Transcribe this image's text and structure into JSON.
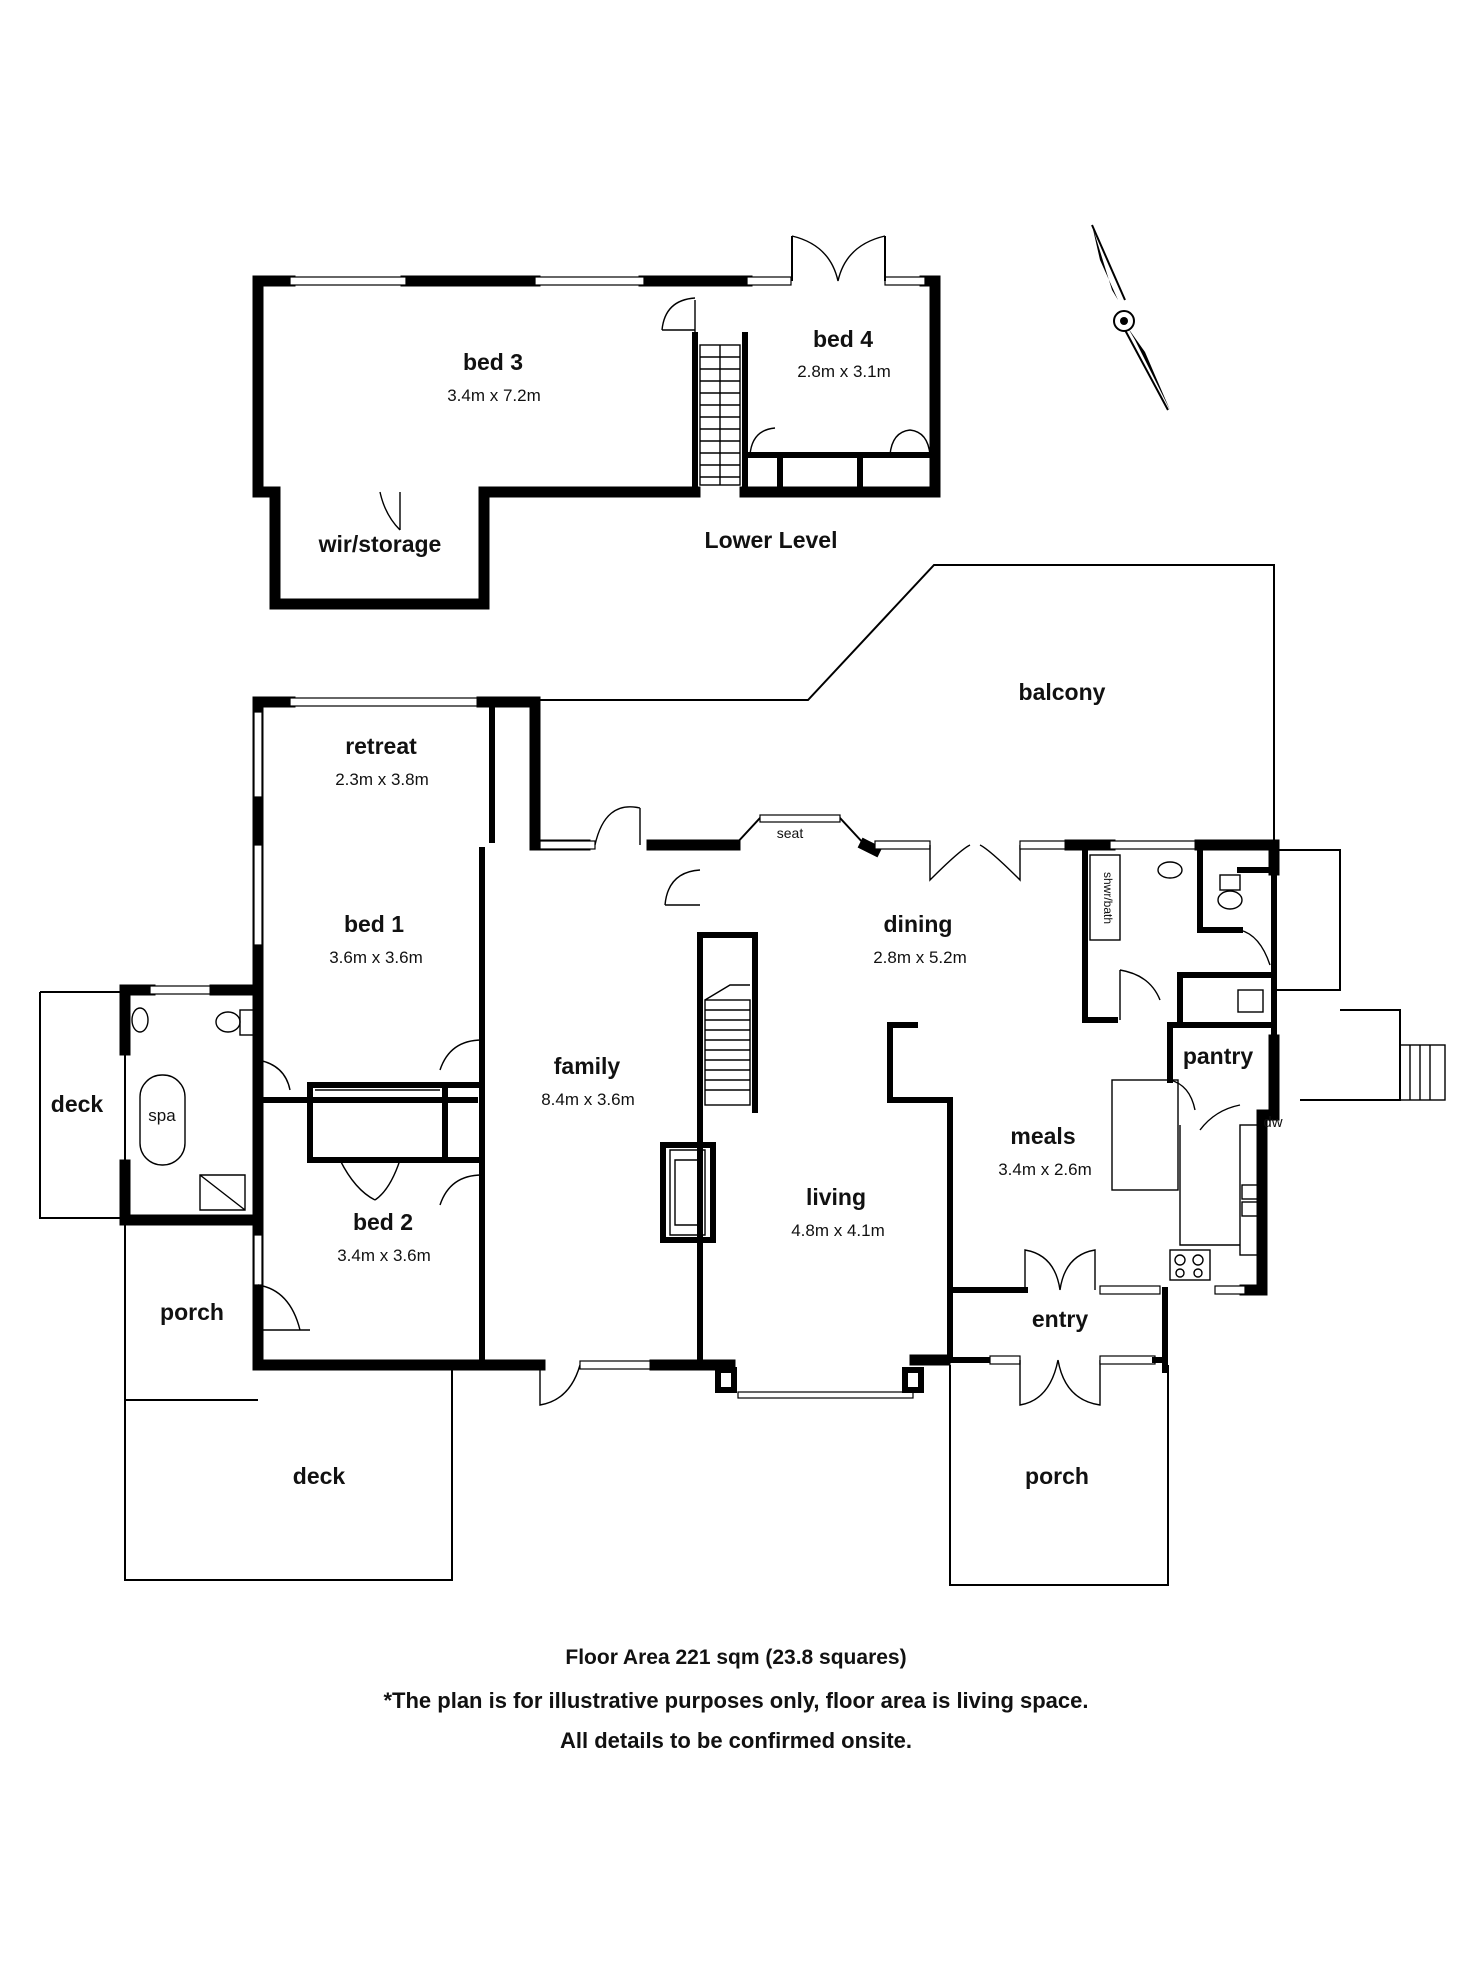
{
  "rooms": {
    "bed3": {
      "name": "bed 3",
      "dim": "3.4m x 7.2m"
    },
    "bed4": {
      "name": "bed 4",
      "dim": "2.8m x 3.1m"
    },
    "wir_storage": {
      "name": "wir/storage"
    },
    "lower_level": {
      "name": "Lower Level"
    },
    "balcony": {
      "name": "balcony"
    },
    "retreat": {
      "name": "retreat",
      "dim": "2.3m x 3.8m"
    },
    "bed1": {
      "name": "bed 1",
      "dim": "3.6m x 3.6m"
    },
    "bed2": {
      "name": "bed 2",
      "dim": "3.4m x 3.6m"
    },
    "family": {
      "name": "family",
      "dim": "8.4m x 3.6m"
    },
    "living": {
      "name": "living",
      "dim": "4.8m x 4.1m"
    },
    "dining": {
      "name": "dining",
      "dim": "2.8m x 5.2m"
    },
    "meals": {
      "name": "meals",
      "dim": "3.4m x 2.6m"
    },
    "pantry": {
      "name": "pantry"
    },
    "entry": {
      "name": "entry"
    },
    "deck_left": {
      "name": "deck"
    },
    "deck_bottom": {
      "name": "deck"
    },
    "porch_left": {
      "name": "porch"
    },
    "porch_right": {
      "name": "porch"
    },
    "seat": {
      "name": "seat"
    },
    "spa": {
      "name": "spa"
    },
    "shwr_bath": {
      "name": "shwr/bath"
    },
    "dw": {
      "name": "dw"
    }
  },
  "footer": {
    "area": "Floor Area 221 sqm (23.8 squares)",
    "disclaimer": "*The plan is for illustrative purposes only, floor area is living space.",
    "confirm": "All details to be confirmed onsite."
  },
  "icons": [
    "compass-icon",
    "toilet-icon",
    "basin-icon",
    "stairs-icon",
    "fireplace-icon",
    "cooktop-icon",
    "sink-icon",
    "door-swing-icon"
  ]
}
